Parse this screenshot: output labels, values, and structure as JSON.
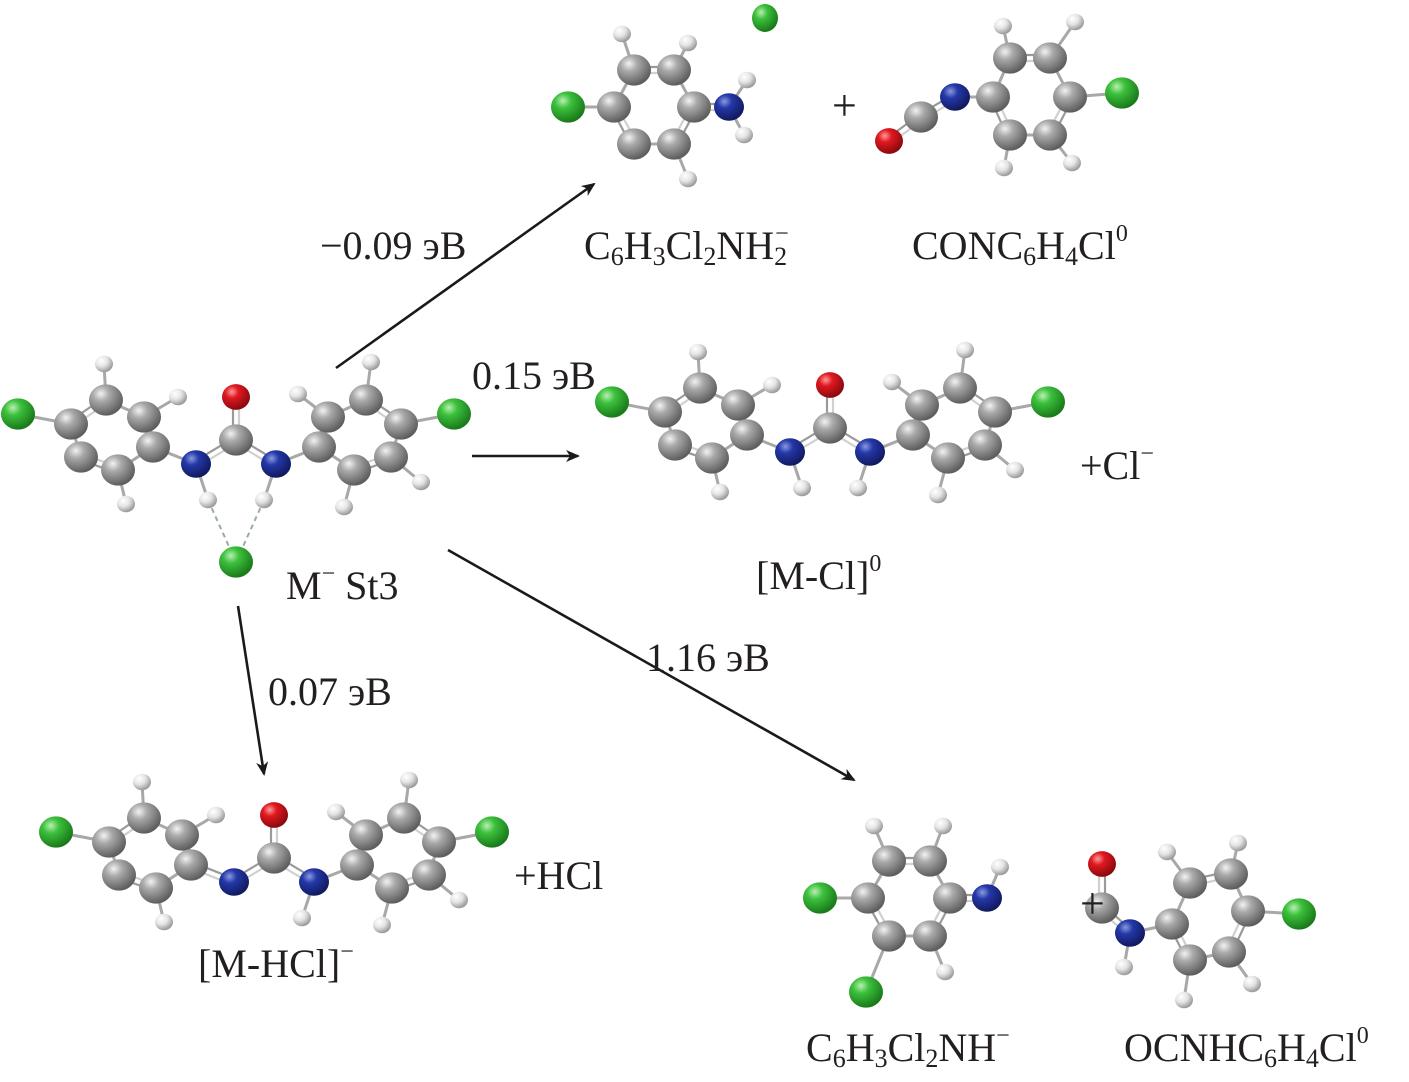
{
  "colors": {
    "carbon": "#8c8c8c",
    "hydrogen": "#e6e6e6",
    "nitrogen": "#1f2f9a",
    "oxygen": "#d8141c",
    "chlorine": "#33b733",
    "bond": "#b8b8b8",
    "arrow": "#1a1a1a",
    "text": "#231f20"
  },
  "reactant": {
    "name": "M",
    "charge": "−",
    "state": "St3"
  },
  "pathways": [
    {
      "id": "p1",
      "energy": "−0.09 эВ"
    },
    {
      "id": "p2",
      "energy": "0.15 эВ"
    },
    {
      "id": "p3",
      "energy": "0.07 эВ"
    },
    {
      "id": "p4",
      "energy": "1.16 эВ"
    }
  ],
  "products": {
    "p1": {
      "a": {
        "parts": [
          "C",
          "6",
          "H",
          "3",
          "Cl",
          "2",
          "NH",
          "2",
          "−"
        ]
      },
      "plus": "+",
      "b": {
        "parts": [
          "CONC",
          "6",
          "H",
          "4",
          "Cl",
          "0"
        ]
      }
    },
    "p2": {
      "main": {
        "text": "[M-Cl]",
        "charge": "0"
      },
      "extra": {
        "text": "+Cl",
        "charge": "−"
      }
    },
    "p3": {
      "main": {
        "text": "[M-HCl]",
        "charge": "−"
      },
      "extra": {
        "text": "+HCl"
      }
    },
    "p4": {
      "a": {
        "parts": [
          "C",
          "6",
          "H",
          "3",
          "Cl",
          "2",
          "NH",
          "−"
        ]
      },
      "plus": "+",
      "b": {
        "parts": [
          "OCNHC",
          "6",
          "H",
          "4",
          "Cl",
          "0"
        ]
      }
    }
  }
}
